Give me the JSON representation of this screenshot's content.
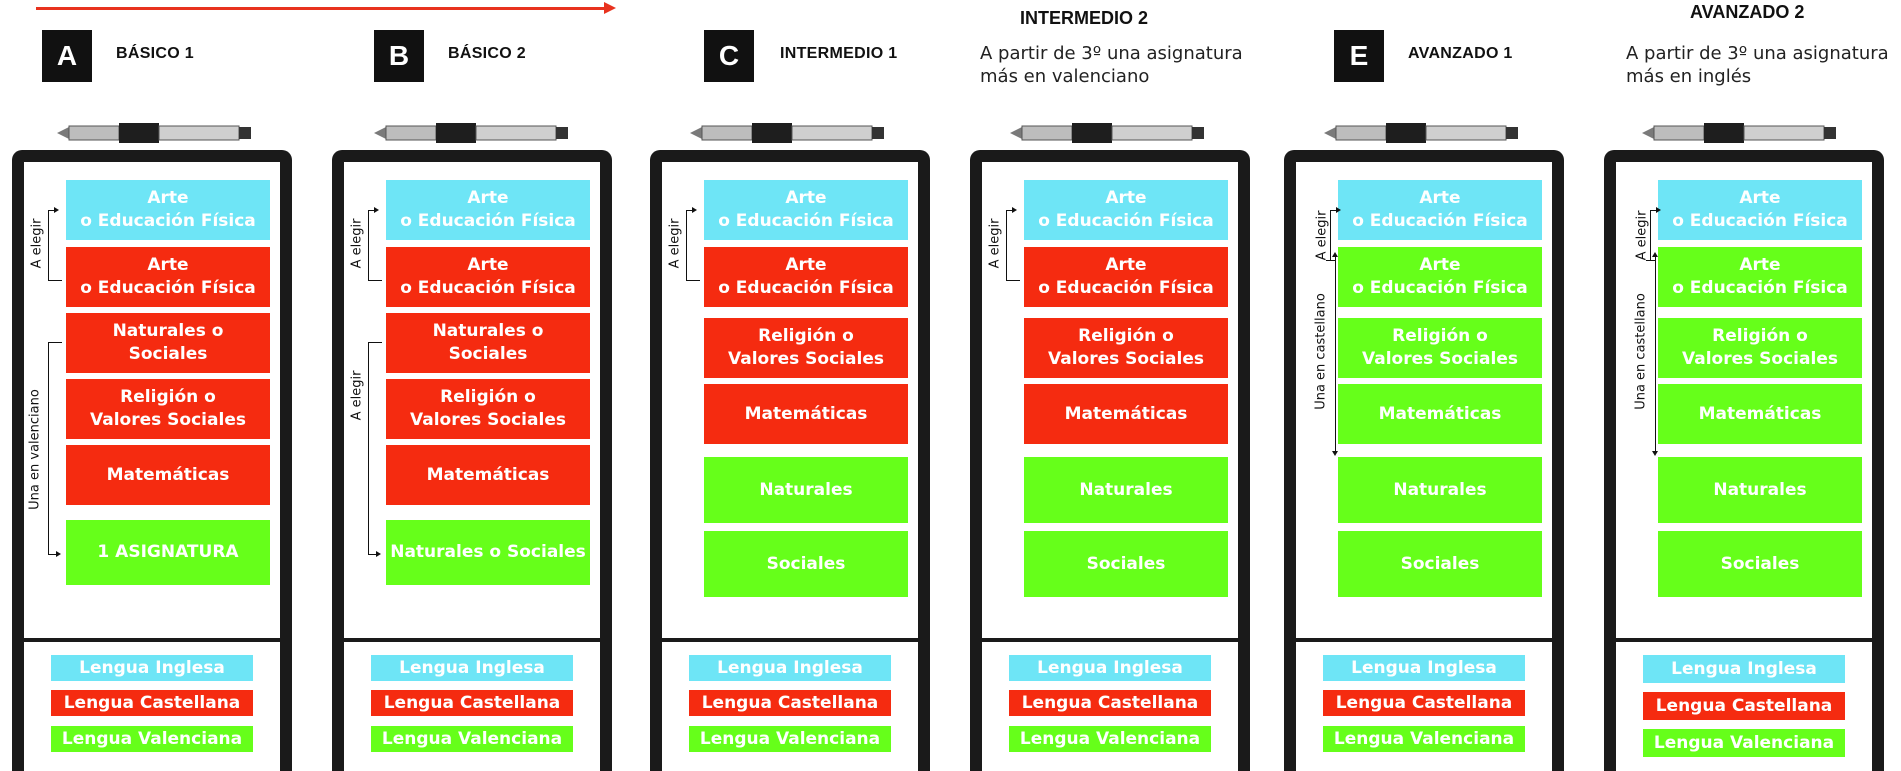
{
  "levels": [
    {
      "badge": "A",
      "name": "BÁSICO 1"
    },
    {
      "badge": "B",
      "name": "BÁSICO 2"
    },
    {
      "badge": "C",
      "name": "INTERMEDIO 1"
    },
    {
      "title": "INTERMEDIO 2",
      "note_line1": "A partir de 3º una asignatura",
      "note_line2": "más en valenciano"
    },
    {
      "badge": "E",
      "name": "AVANZADO 1"
    },
    {
      "title": "AVANZADO 2",
      "note_line1": "A partir de 3º una asignatura",
      "note_line2": "más en inglés"
    }
  ],
  "labels": {
    "a_elegir": "A elegir",
    "una_valenciano": "Una en valenciano",
    "una_castellano": "Una en castellano"
  },
  "subjects": {
    "arte_l1": "Arte",
    "arte_l2": "o Educación Física",
    "naturales_sociales_l1": "Naturales o",
    "naturales_sociales_l2": "Sociales",
    "religion_l1": "Religión o",
    "religion_l2": "Valores Sociales",
    "matematicas": "Matemáticas",
    "una_asignatura": "1 ASIGNATURA",
    "naturales_o_sociales": "Naturales o Sociales",
    "naturales": "Naturales",
    "sociales": "Sociales",
    "lengua_inglesa": "Lengua Inglesa",
    "lengua_castellana": "Lengua Castellana",
    "lengua_valenciana": "Lengua Valenciana"
  },
  "colors": {
    "red_valenciano": "#f52b10",
    "green_castellano": "#66ff1a",
    "cyan_ingles": "#6ee5f6",
    "board": "#1a1a1a",
    "timeline_arrow": "#e8321e"
  }
}
